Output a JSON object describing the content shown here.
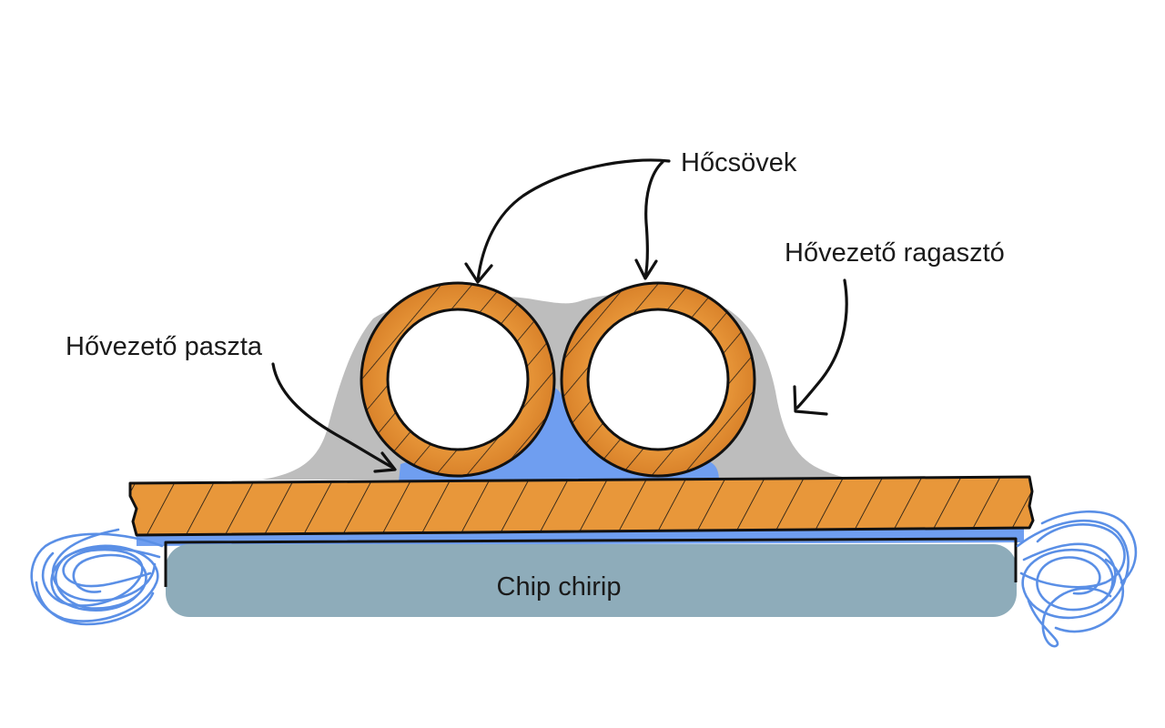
{
  "labels": {
    "heat_pipes": "Hőcsövek",
    "thermal_adhesive": "Hővezető ragasztó",
    "thermal_paste": "Hővezető paszta",
    "chip": "Chip chirip"
  },
  "colors": {
    "copper": "#e8973a",
    "copper_highlight": "#f4c089",
    "adhesive_gray": "#bdbdbd",
    "paste_blue": "#6f9ef0",
    "chip_body": "#8eacba",
    "outline": "#111111",
    "tangle_blue": "#5a8fe6"
  },
  "icons": {
    "left_blob": "scribble-tangle",
    "right_blob": "scribble-tangle"
  }
}
